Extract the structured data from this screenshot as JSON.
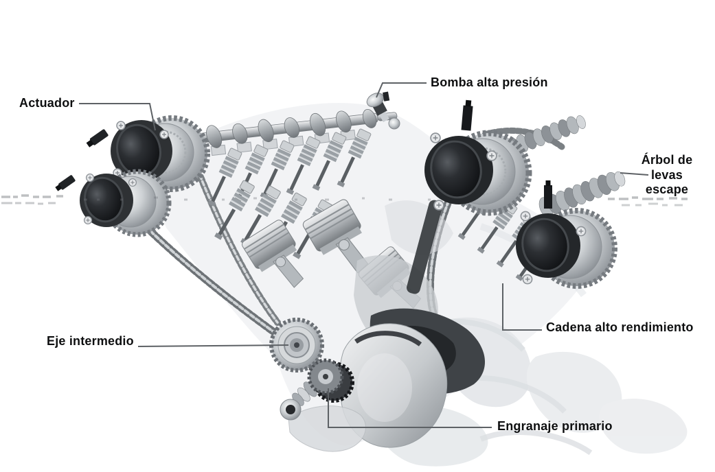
{
  "figure": {
    "labels": {
      "actuador": "Actuador",
      "bomba": "Bomba alta presión",
      "arbol_lines": [
        "Árbol de",
        "levas",
        "escape"
      ],
      "cadena": "Cadena alto rendimiento",
      "eje": "Eje intermedio",
      "engranaje": "Engranaje primario"
    },
    "colors": {
      "background": "#ffffff",
      "label_text": "#0e0f10",
      "leader_line": "#5d6165"
    }
  }
}
